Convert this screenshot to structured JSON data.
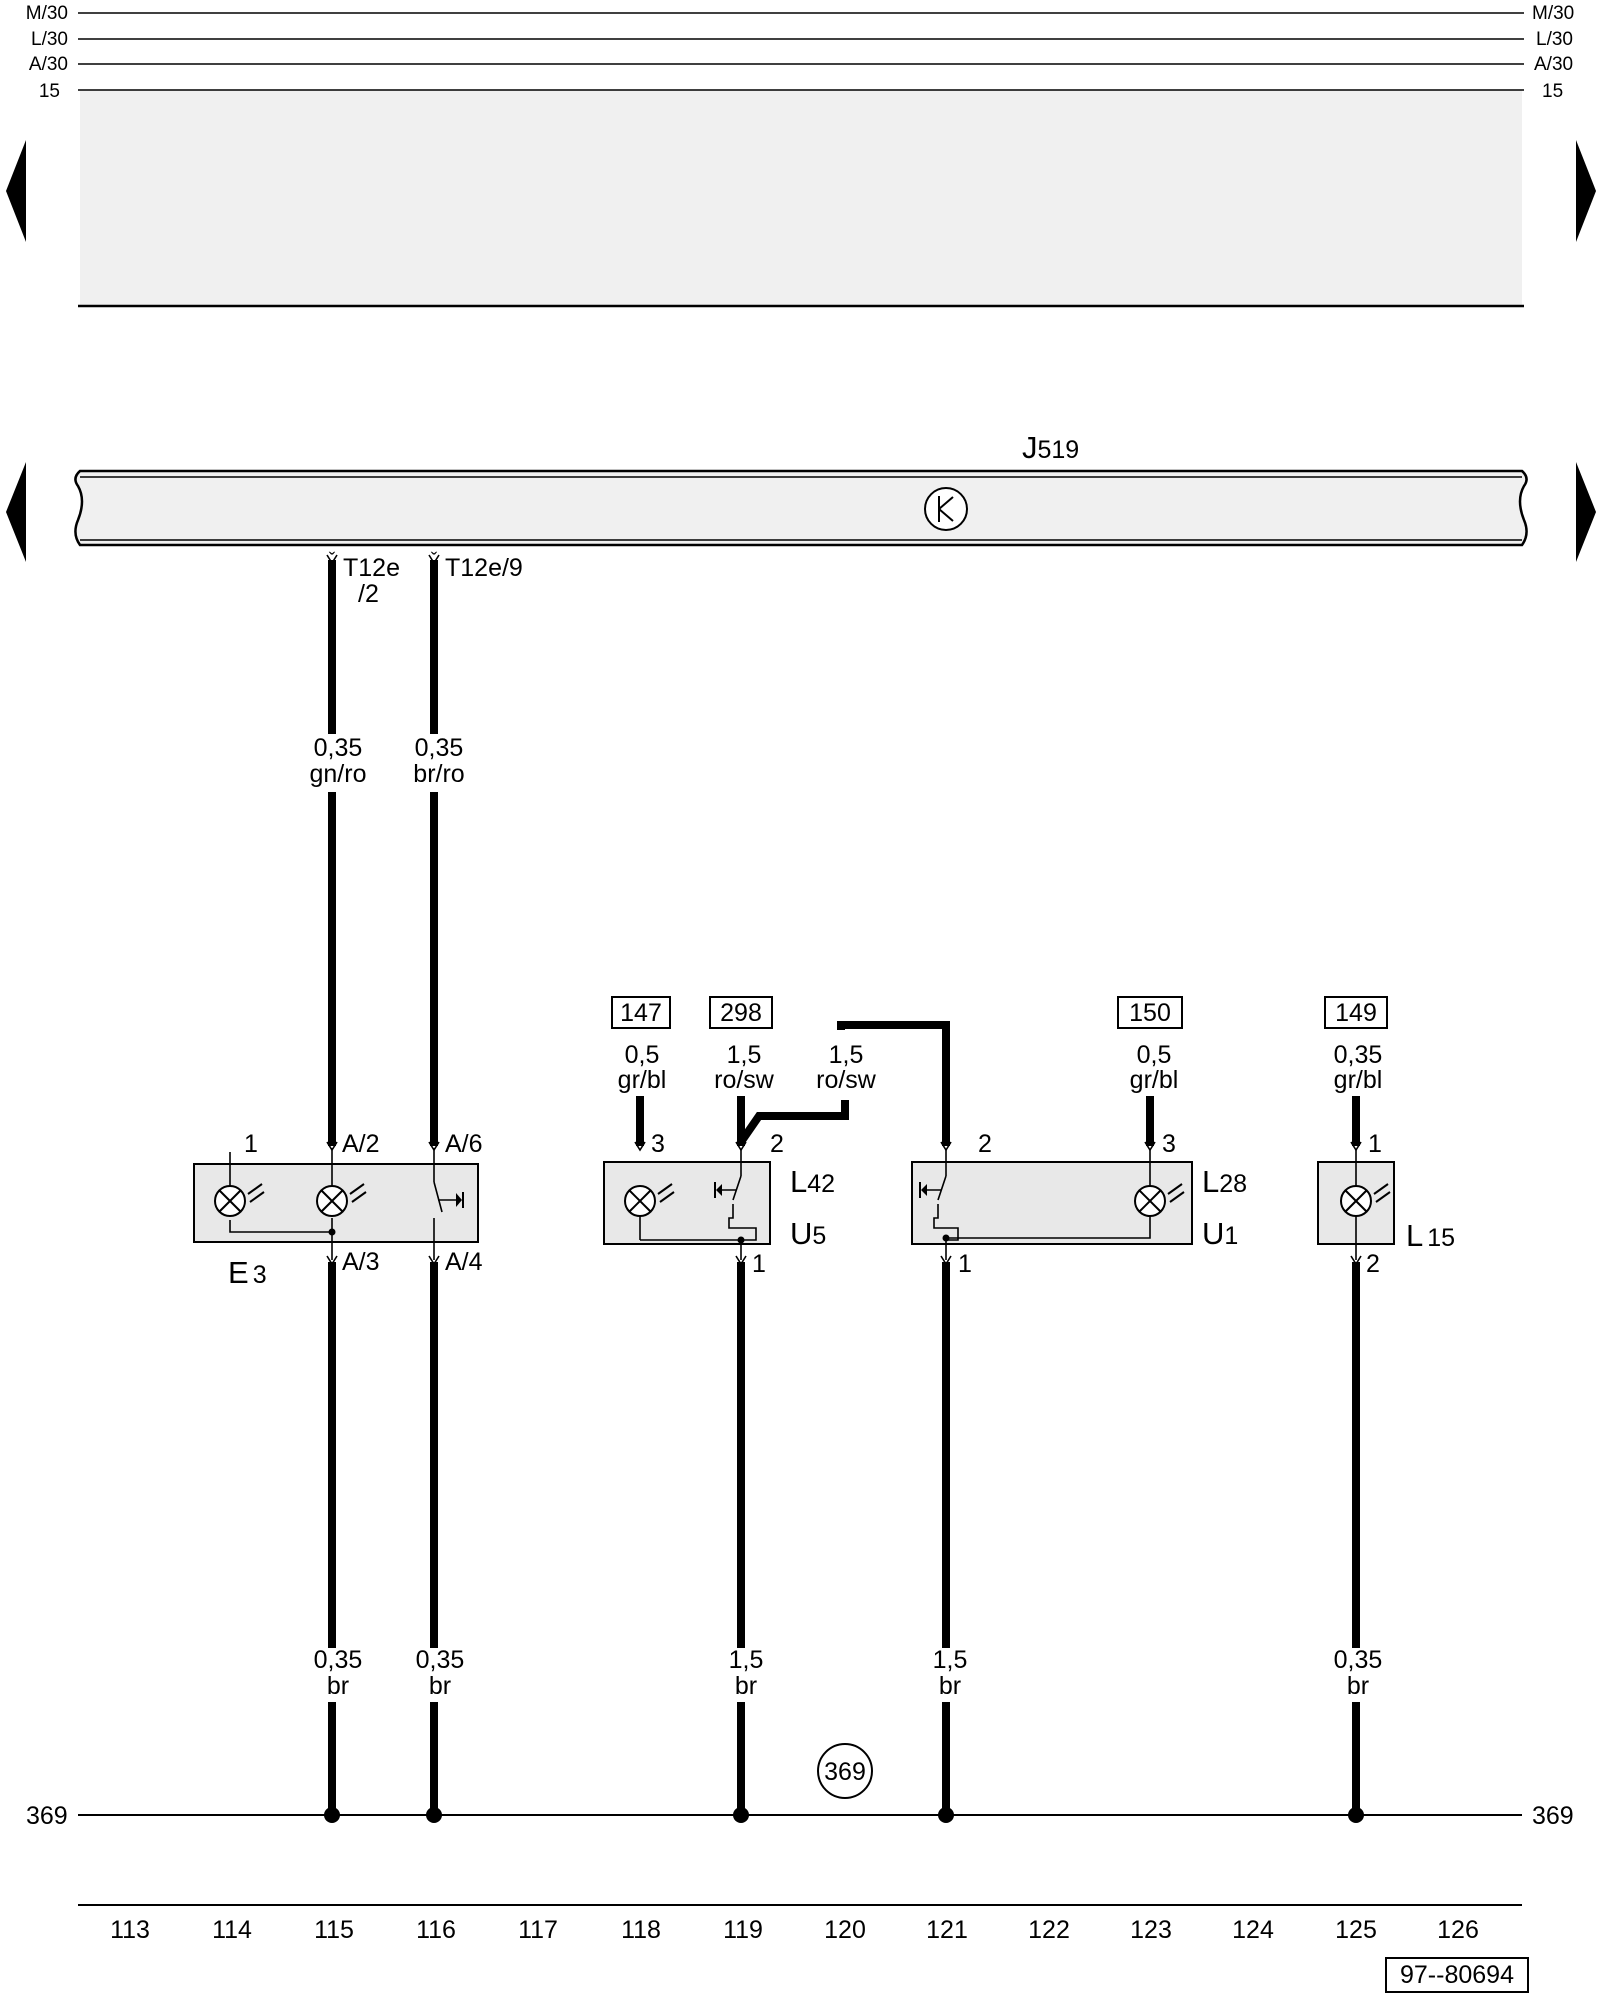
{
  "rails_left": [
    "M/30",
    "L/30",
    "A/30",
    "15"
  ],
  "rails_right": [
    "M/30",
    "L/30",
    "A/30",
    "15"
  ],
  "control_unit": {
    "label": "J",
    "sub": "519"
  },
  "connectors": {
    "t1_a": "T12e",
    "t1_b": "/2",
    "t2": "T12e/9"
  },
  "wires": {
    "w115_top": {
      "size": "0,35",
      "color": "gn/ro"
    },
    "w116_top": {
      "size": "0,35",
      "color": "br/ro"
    },
    "w118": {
      "ref": "147",
      "size": "0,5",
      "color": "gr/bl"
    },
    "w119": {
      "ref": "298",
      "size": "1,5",
      "color": "ro/sw"
    },
    "w120": {
      "size": "1,5",
      "color": "ro/sw"
    },
    "w123": {
      "ref": "150",
      "size": "0,5",
      "color": "gr/bl"
    },
    "w125": {
      "ref": "149",
      "size": "0,35",
      "color": "gr/bl"
    },
    "b115": {
      "size": "0,35",
      "color": "br"
    },
    "b116": {
      "size": "0,35",
      "color": "br"
    },
    "b119": {
      "size": "1,5",
      "color": "br"
    },
    "b121": {
      "size": "1,5",
      "color": "br"
    },
    "b125": {
      "size": "0,35",
      "color": "br"
    }
  },
  "components": {
    "e3": {
      "label": "E",
      "sub": "3",
      "pin1": "1",
      "pin_a2": "A/2",
      "pin_a6": "A/6",
      "pin_a3": "A/3",
      "pin_a4": "A/4"
    },
    "l42": {
      "label": "L",
      "sub": "42",
      "label2": "U",
      "sub2": "5",
      "pin3": "3",
      "pin2": "2",
      "pin1": "1"
    },
    "l28": {
      "label": "L",
      "sub": "28",
      "label2": "U",
      "sub2": "1",
      "pin2": "2",
      "pin3": "3",
      "pin1": "1"
    },
    "l15": {
      "label": "L",
      "sub": "15",
      "pin1": "1",
      "pin2": "2"
    }
  },
  "ground": {
    "left": "369",
    "right": "369",
    "point": "369"
  },
  "columns": [
    "113",
    "114",
    "115",
    "116",
    "117",
    "118",
    "119",
    "120",
    "121",
    "122",
    "123",
    "124",
    "125",
    "126"
  ],
  "doc_ref": "97--80694",
  "colors": {
    "ink": "#000000",
    "shade": "#f0f0f0",
    "box": "#e8e8e8"
  }
}
